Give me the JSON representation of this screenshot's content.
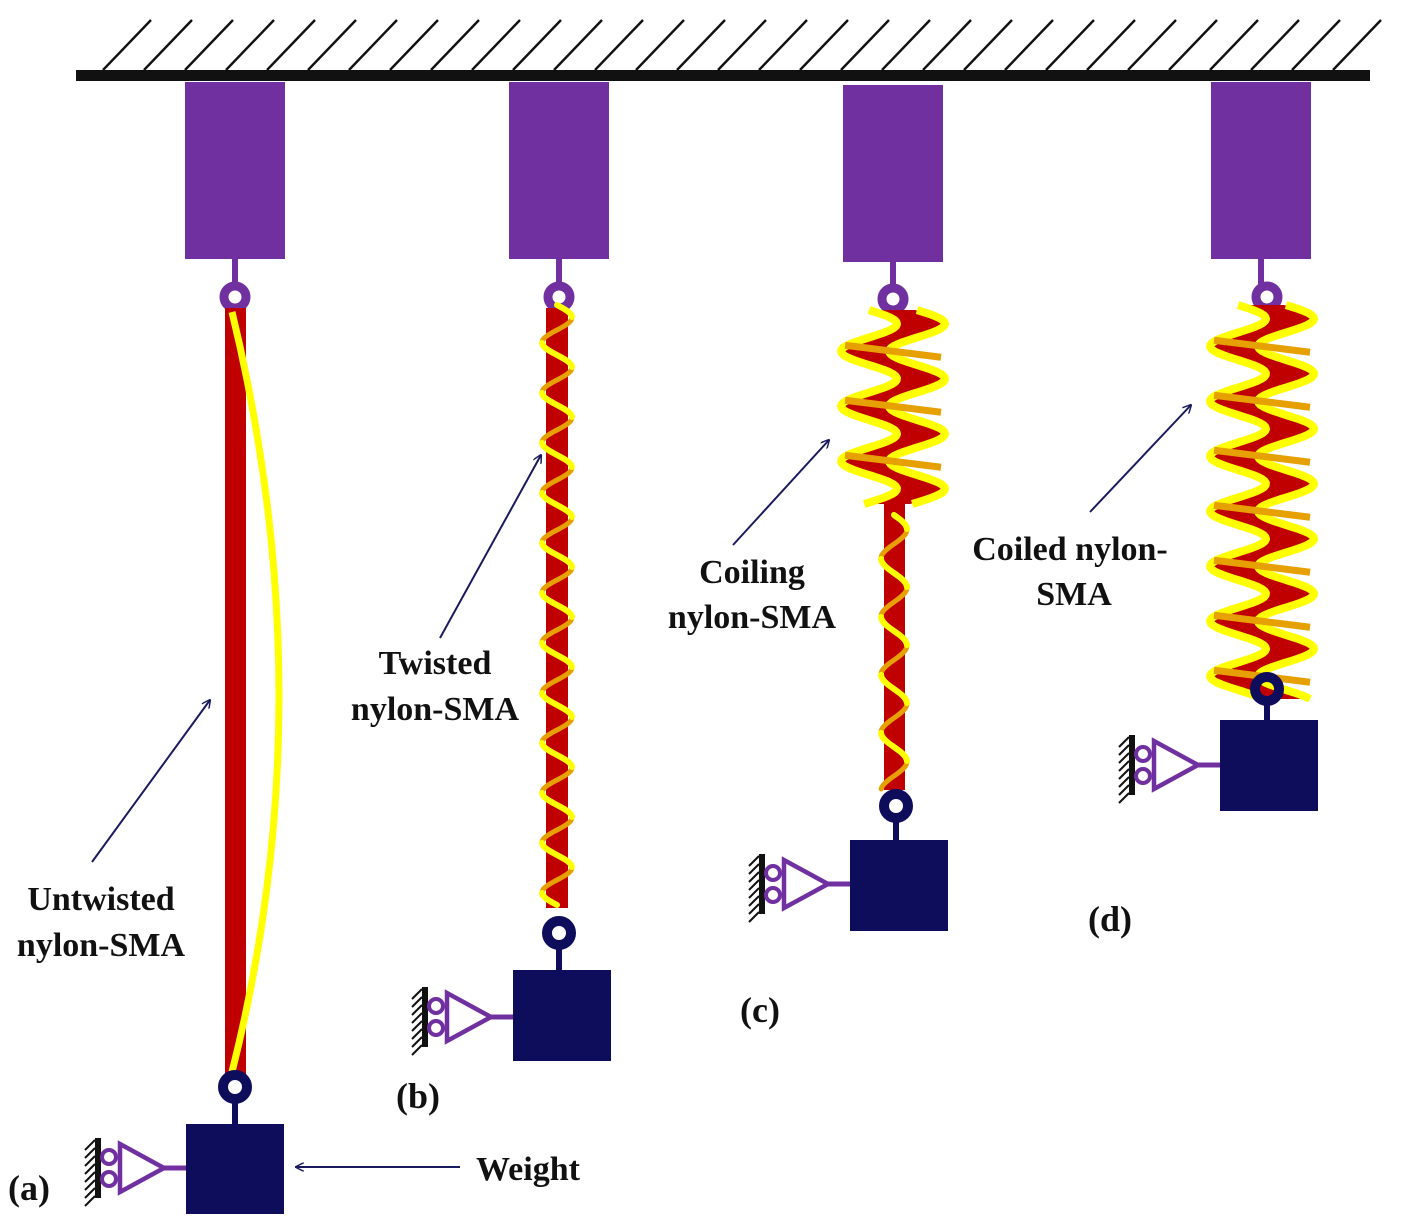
{
  "labels": {
    "untwisted": [
      "Untwisted",
      "nylon-SMA"
    ],
    "twisted": [
      "Twisted",
      "nylon-SMA"
    ],
    "coiling": [
      "Coiling",
      "nylon-SMA"
    ],
    "coiled": [
      "Coiled nylon-",
      "SMA"
    ],
    "weight": "Weight"
  },
  "panels": {
    "a": "(a)",
    "b": "(b)",
    "c": "(c)",
    "d": "(d)"
  },
  "colors": {
    "ceiling": "#111111",
    "clamp": "#7030a0",
    "fiber": "#c00000",
    "sma_wire": "#ffff00",
    "sma_back": "#e6a000",
    "weight": "#0d0d5c",
    "arrow": "#1a1a5e",
    "roller_support": "#7030a0"
  },
  "icons": [
    "ceiling-hatch",
    "clamp-block",
    "ring-hook",
    "roller-support",
    "weight-block",
    "pointer-arrow"
  ]
}
